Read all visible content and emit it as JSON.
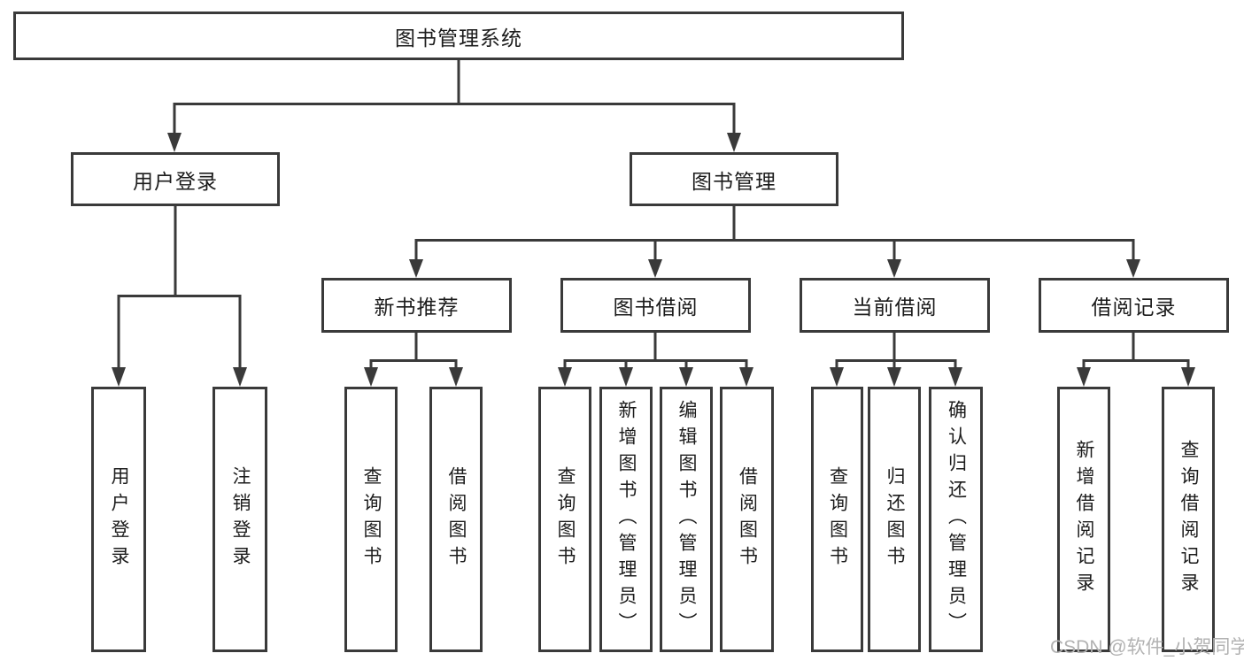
{
  "diagram": {
    "type": "hierarchy-tree",
    "colors": {
      "line": "#3a3a3a",
      "box_border": "#3a3a3a",
      "box_fill": "#ffffff",
      "text": "#1c1c1c",
      "watermark": "#b2b2b2",
      "background": "#ffffff"
    },
    "nodes": {
      "root": {
        "label": "图书管理系统"
      },
      "user_login": {
        "label": "用户登录"
      },
      "book_mgmt": {
        "label": "图书管理"
      },
      "ul_login": {
        "label": "用户登录"
      },
      "ul_logout": {
        "label": "注销登录"
      },
      "new_books": {
        "label": "新书推荐"
      },
      "book_borrow": {
        "label": "图书借阅"
      },
      "current_borrow": {
        "label": "当前借阅"
      },
      "borrow_records": {
        "label": "借阅记录"
      },
      "nb_query": {
        "label": "查询图书"
      },
      "nb_borrow": {
        "label": "借阅图书"
      },
      "bb_query": {
        "label": "查询图书"
      },
      "bb_add": {
        "label": "新增图书（管理员）"
      },
      "bb_edit": {
        "label": "编辑图书（管理员）"
      },
      "bb_borrow": {
        "label": "借阅图书"
      },
      "cb_query": {
        "label": "查询图书"
      },
      "cb_return": {
        "label": "归还图书"
      },
      "cb_confirm": {
        "label": "确认归还（管理员）"
      },
      "br_add": {
        "label": "新增借阅记录"
      },
      "br_query": {
        "label": "查询借阅记录"
      }
    },
    "hierarchy": [
      {
        "parent": "root",
        "children": [
          "user_login",
          "book_mgmt"
        ]
      },
      {
        "parent": "user_login",
        "children": [
          "ul_login",
          "ul_logout"
        ]
      },
      {
        "parent": "book_mgmt",
        "children": [
          "new_books",
          "book_borrow",
          "current_borrow",
          "borrow_records"
        ]
      },
      {
        "parent": "new_books",
        "children": [
          "nb_query",
          "nb_borrow"
        ]
      },
      {
        "parent": "book_borrow",
        "children": [
          "bb_query",
          "bb_add",
          "bb_edit",
          "bb_borrow"
        ]
      },
      {
        "parent": "current_borrow",
        "children": [
          "cb_query",
          "cb_return",
          "cb_confirm"
        ]
      },
      {
        "parent": "borrow_records",
        "children": [
          "br_add",
          "br_query"
        ]
      }
    ],
    "watermark": "CSDN @软件_小贺同学"
  }
}
